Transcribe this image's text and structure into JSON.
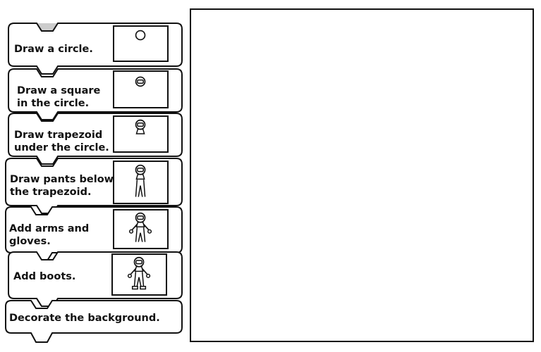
{
  "steps": [
    {
      "label": "Draw a circle.",
      "figure": "circle"
    },
    {
      "label": "Draw a square\nin the circle.",
      "figure": "circle-square"
    },
    {
      "label": "Draw trapezoid\nunder the circle.",
      "figure": "head-trapezoid"
    },
    {
      "label": "Draw pants below\nthe trapezoid.",
      "figure": "head-body-pants"
    },
    {
      "label": "Add arms and\ngloves.",
      "figure": "with-arms-gloves"
    },
    {
      "label": "Add boots.",
      "figure": "with-boots"
    },
    {
      "label": "Decorate the background.",
      "figure": ""
    }
  ],
  "colors": {
    "outline": "#111111",
    "tab_highlight": "#cccccc",
    "background": "#ffffff"
  }
}
